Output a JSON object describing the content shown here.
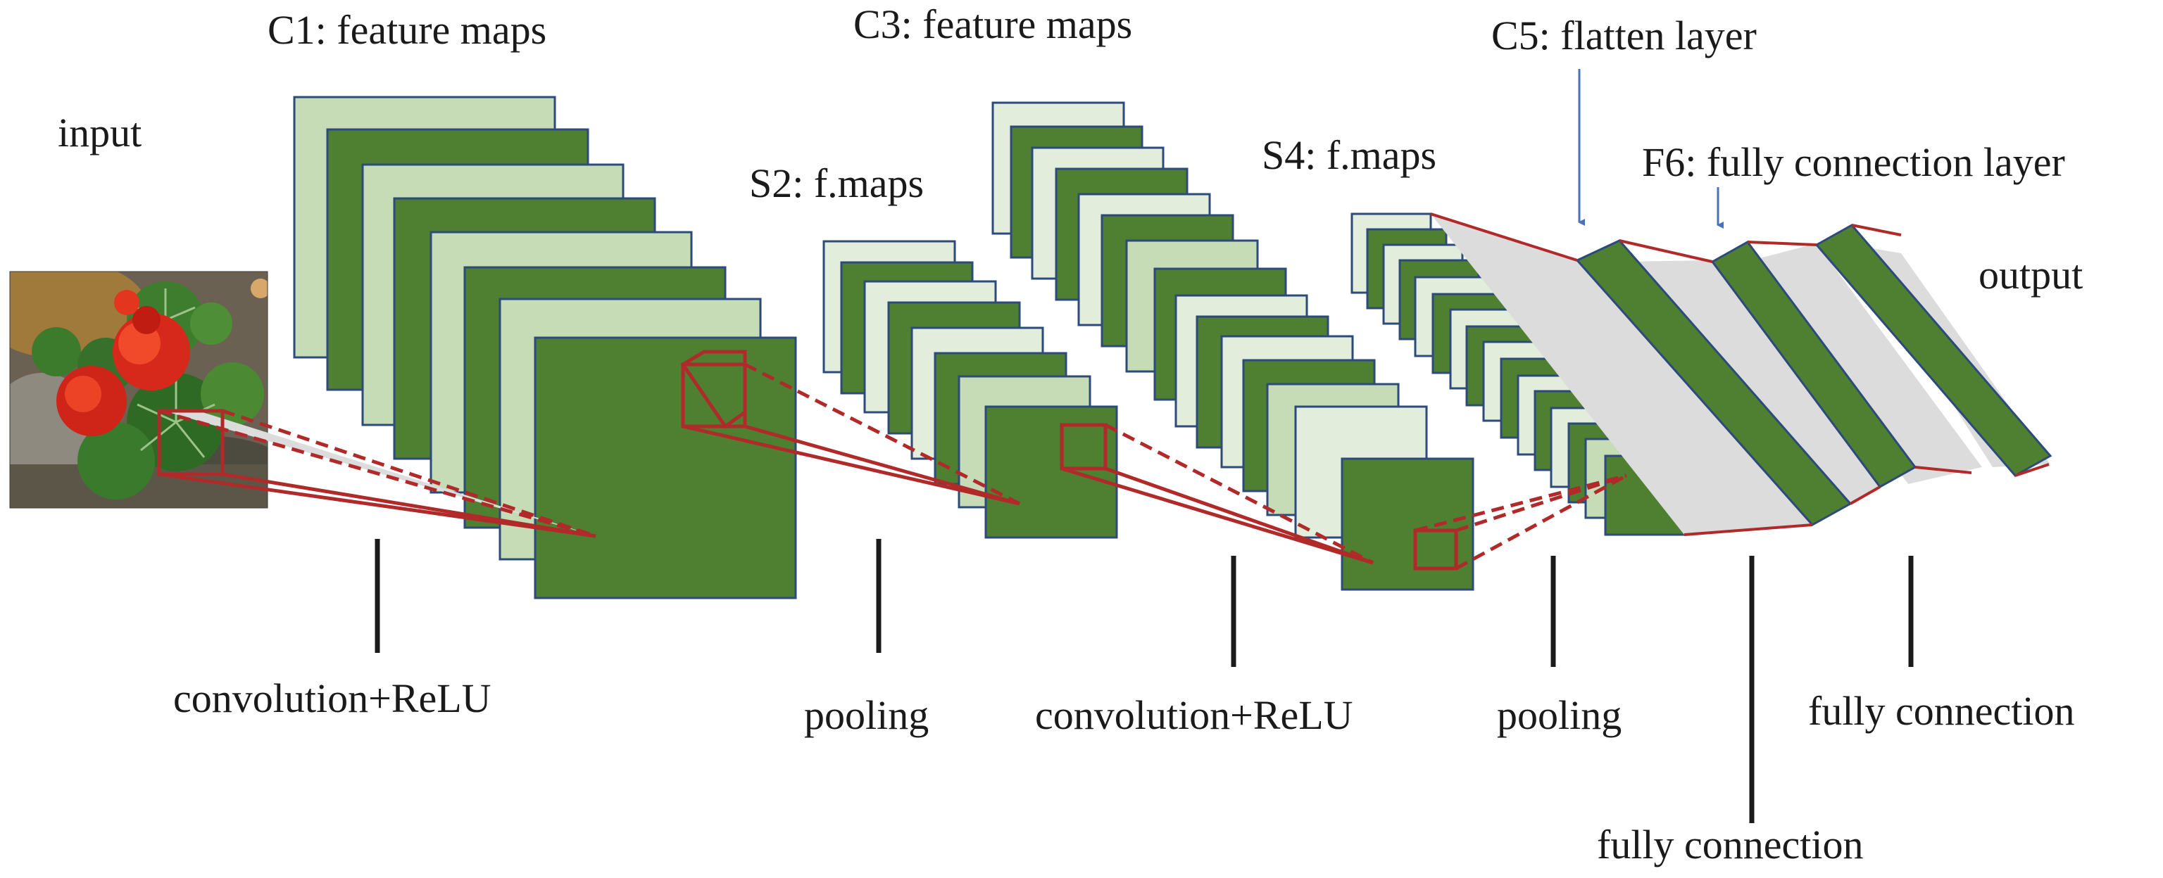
{
  "labels": {
    "input": "input",
    "c1": "C1: feature maps",
    "s2": "S2: f.maps",
    "c3": "C3: feature maps",
    "s4": "S4: f.maps",
    "c5": "C5: flatten layer",
    "f6": "F6: fully connection layer",
    "output": "output"
  },
  "operations": {
    "conv1": "convolution+ReLU",
    "pool1": "pooling",
    "conv2": "convolution+ReLU",
    "pool2": "pooling",
    "fc1": "fully connection",
    "fc2": "fully connection"
  },
  "colors": {
    "dark_green": "#4f7f30",
    "light_green": "#c5dcb6",
    "pale_green": "#e2eedb",
    "border_blue": "#2c4a7a",
    "connector_red": "#b02a2a",
    "fan_gray": "#dcdcdc",
    "arrow_blue": "#4a72b8"
  },
  "input_image": {
    "subject": "red nasturtium flowers with round green leaves"
  }
}
